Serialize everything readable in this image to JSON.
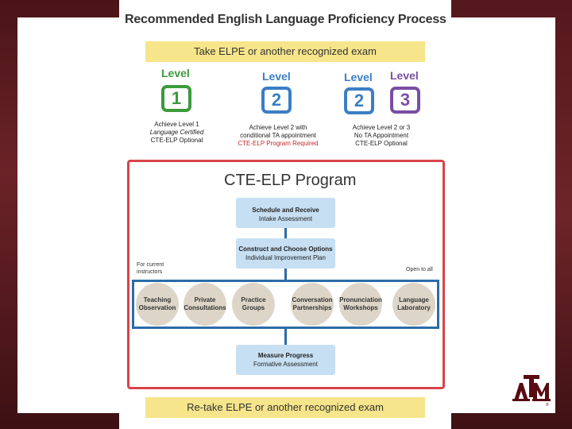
{
  "title": "Recommended English Language Proficiency Process",
  "top_banner": "Take ELPE or another recognized exam",
  "bottom_banner": "Re-take ELPE or another recognized exam",
  "levels": [
    {
      "word": "Level",
      "number": "1",
      "color": "#3c9a3a",
      "caption_lines": [
        "Achieve Level 1",
        "Language Certified",
        "CTE-ELP Optional"
      ],
      "red_line": ""
    },
    {
      "word": "Level",
      "number": "2",
      "color": "#3b7ec4",
      "caption_lines": [
        "Achieve Level 2 with",
        "conditional TA appointment"
      ],
      "red_line": "CTE-ELP Program Required"
    },
    {
      "word": "Level",
      "number": "2",
      "color": "#3b7ec4",
      "caption_lines": [
        "Achieve Level 2 or 3",
        "No TA Appointment",
        "CTE-ELP Optional"
      ],
      "red_line": ""
    },
    {
      "word": "Level",
      "number": "3",
      "color": "#7b4ea3",
      "caption_lines": [],
      "red_line": ""
    }
  ],
  "program": {
    "title": "CTE-ELP Program",
    "steps": [
      {
        "heading": "Schedule and Receive",
        "sub": "Intake Assessment"
      },
      {
        "heading": "Construct and Choose Options",
        "sub": "Individual Improvement Plan"
      },
      {
        "heading": "Measure Progress",
        "sub": "Formative Assessment"
      }
    ],
    "note_left": [
      "For current",
      "instructors"
    ],
    "note_right": "Open to all",
    "options": [
      [
        "Teaching",
        "Observation"
      ],
      [
        "Private",
        "Consultations"
      ],
      [
        "Practice",
        "Groups"
      ],
      [
        "Conversation",
        "Partnerships"
      ],
      [
        "Pronunciation",
        "Workshops"
      ],
      [
        "Language",
        "Laboratory"
      ]
    ]
  },
  "logo": {
    "letters": "ATM",
    "mark": "®"
  }
}
